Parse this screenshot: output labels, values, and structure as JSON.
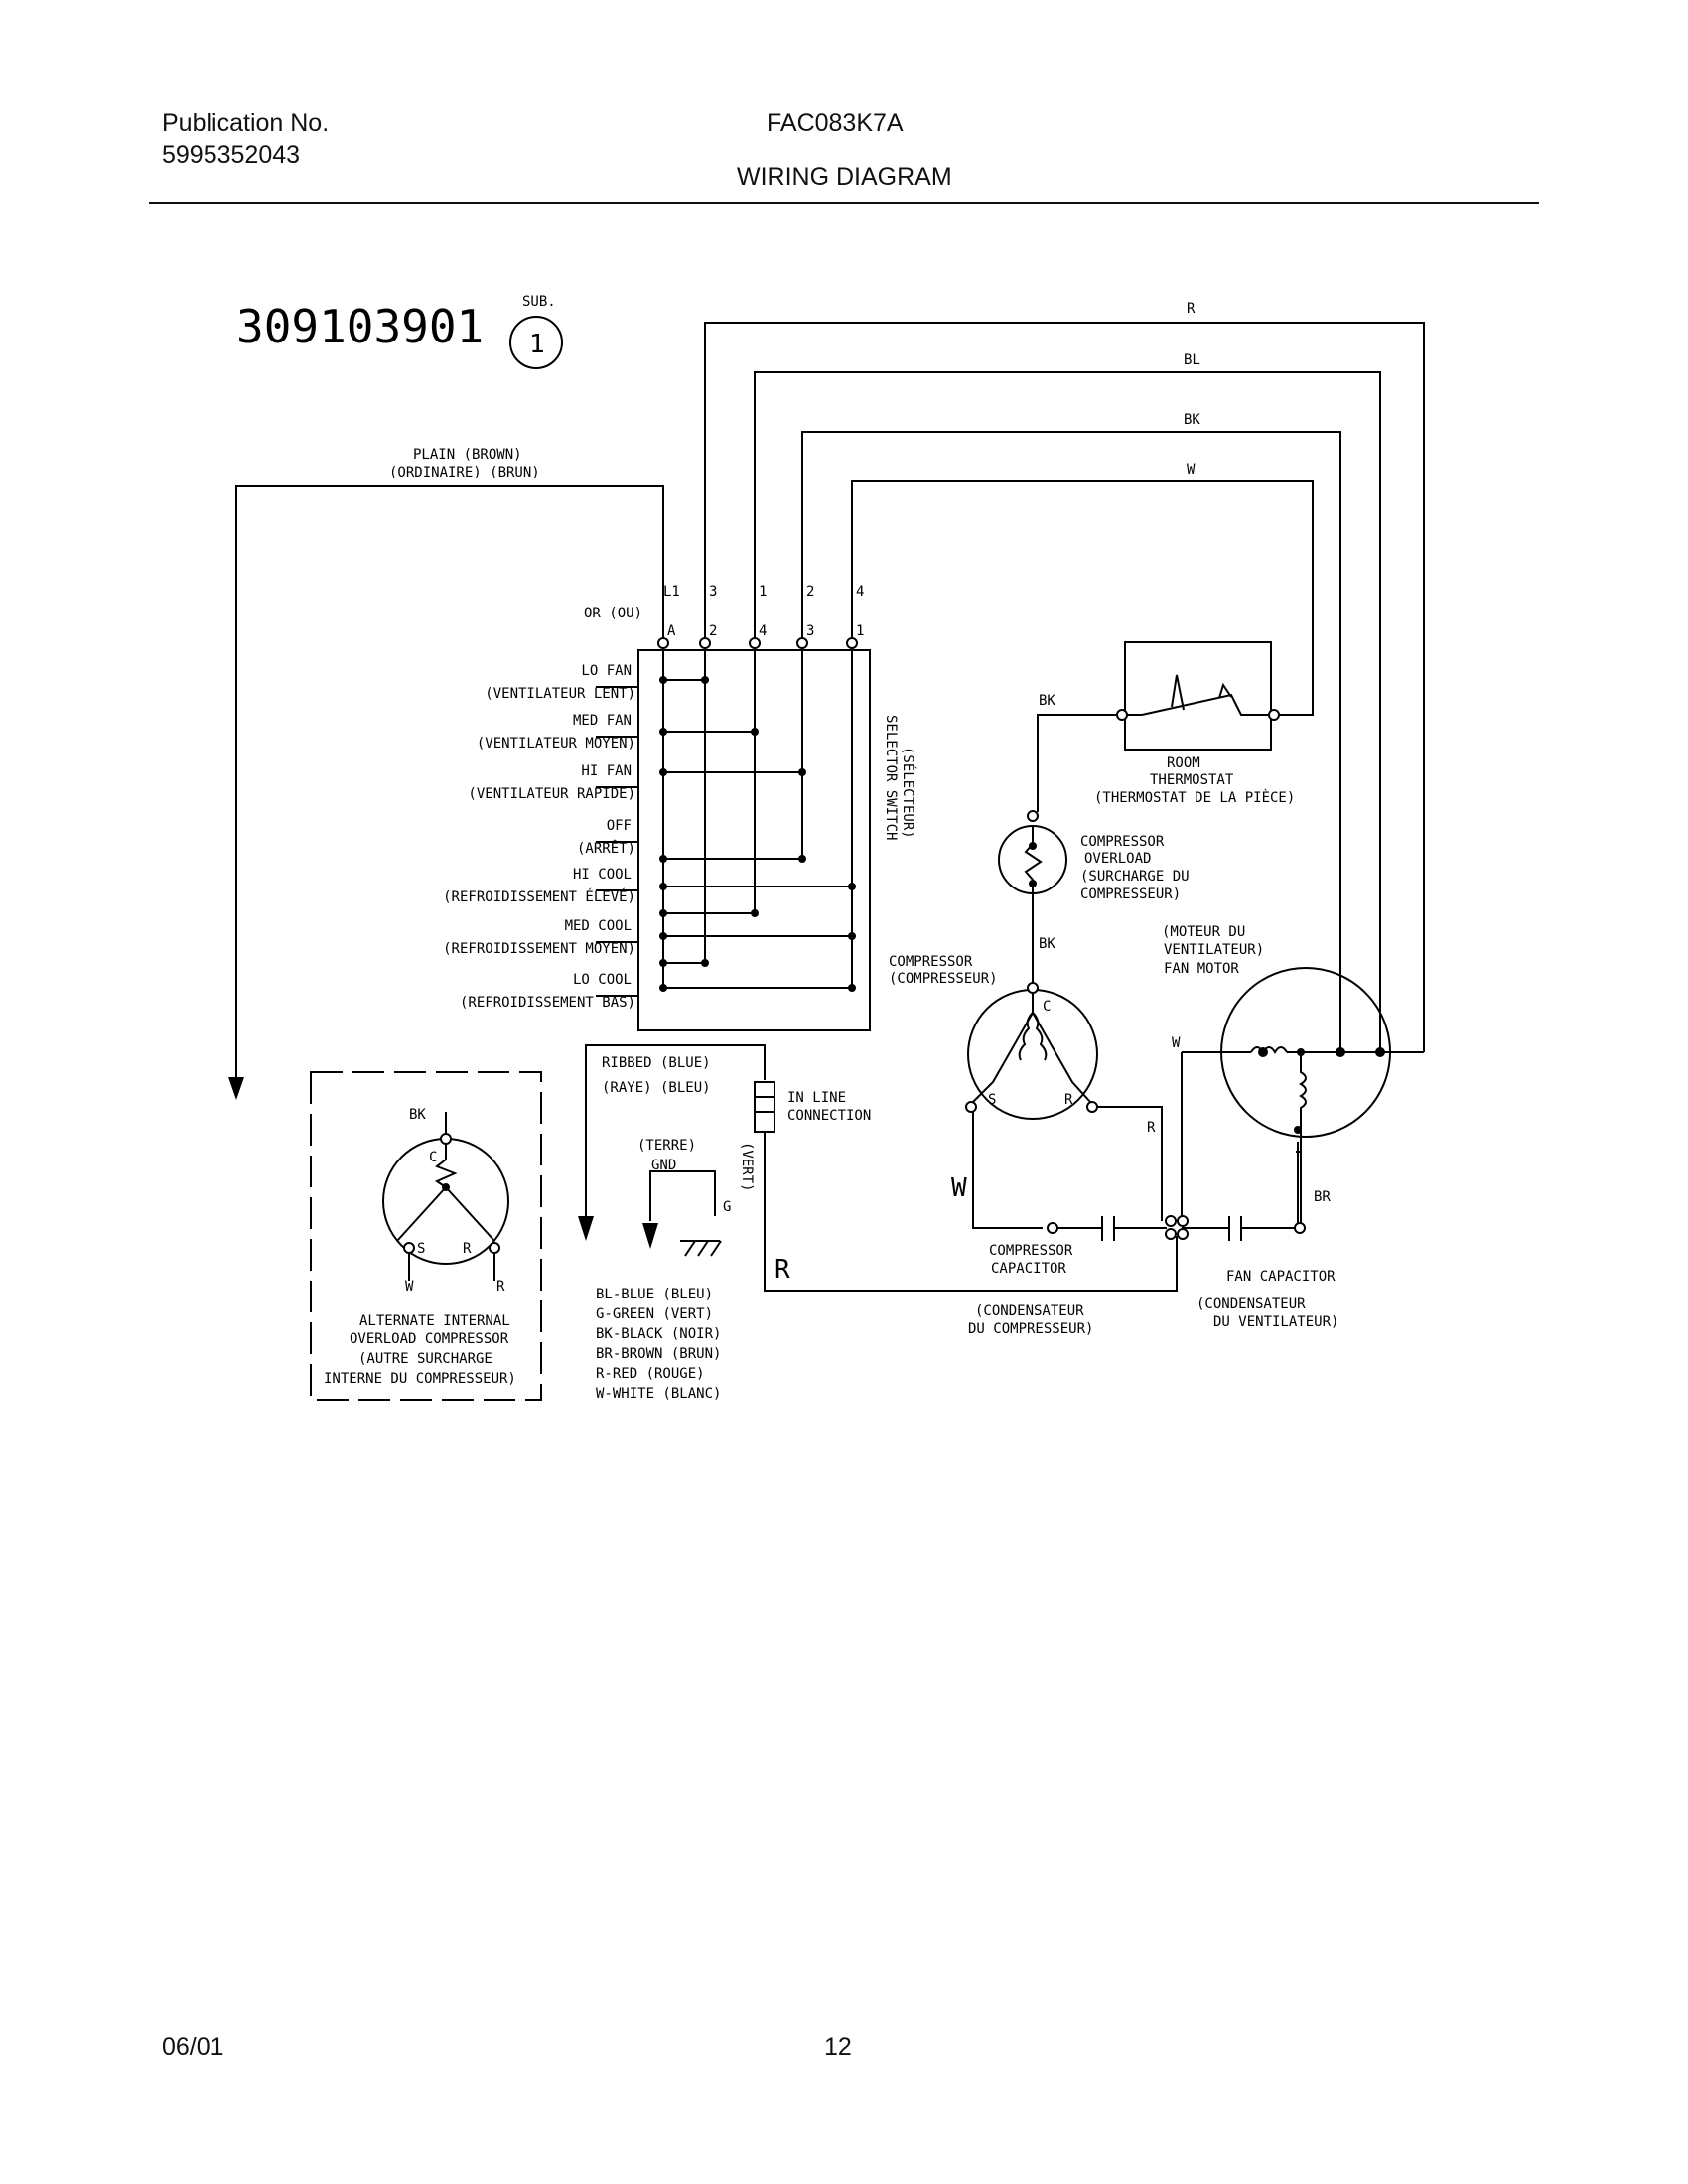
{
  "header": {
    "pub_label": "Publication No.",
    "pub_number": "5995352043",
    "model": "FAC083K7A",
    "section": "WIRING DIAGRAM"
  },
  "footer": {
    "date": "06/01",
    "page": "12"
  },
  "diagram": {
    "part_number": "309103901",
    "sub_label": "SUB.",
    "sub_number": "1",
    "plain_1": "PLAIN   (BROWN)",
    "plain_2": "(ORDINAIRE)   (BRUN)",
    "or_label": "OR (OU)",
    "wire_r": "R",
    "wire_bl": "BL",
    "wire_bk": "BK",
    "wire_w": "W",
    "term_top": [
      "L1",
      "3",
      "1",
      "2",
      "4"
    ],
    "term_bot": [
      "A",
      "2",
      "4",
      "3",
      "1"
    ],
    "switch_modes": [
      [
        "LO FAN",
        "(VENTILATEUR LENT)"
      ],
      [
        "MED FAN",
        "(VENTILATEUR MOYEN)"
      ],
      [
        "HI FAN",
        "(VENTILATEUR RAPIDE)"
      ],
      [
        "OFF",
        "(ARRÊT)"
      ],
      [
        "HI COOL",
        "(REFROIDISSEMENT ÉLEVÉ)"
      ],
      [
        "MED COOL",
        "(REFROIDISSEMENT MOYEN)"
      ],
      [
        "LO COOL",
        "(REFROIDISSEMENT BAS)"
      ]
    ],
    "selector_1": "SELECTOR SWITCH",
    "selector_2": "(SÉLECTEUR)",
    "thermo_bk": "BK",
    "thermo_1": "ROOM",
    "thermo_2": "THERMOSTAT",
    "thermo_3": "(THERMOSTAT DE LA PIÈCE)",
    "overload": [
      "COMPRESSOR",
      "OVERLOAD",
      "(SURCHARGE DU",
      "COMPRESSEUR)"
    ],
    "bk_mid": "BK",
    "fanmotor": [
      "(MOTEUR DU",
      "VENTILATEUR)",
      "FAN MOTOR"
    ],
    "compressor": [
      "COMPRESSOR",
      "(COMPRESSEUR)"
    ],
    "comp_c": "C",
    "comp_s": "S",
    "comp_r": "R",
    "w_label": "W",
    "r_label": "R",
    "big_w": "W",
    "big_r": "R",
    "br_label": "BR",
    "ribbed_1": "RIBBED  (BLUE)",
    "ribbed_2": "(RAYE)  (BLEU)",
    "inline": [
      "IN LINE",
      "CONNECTION"
    ],
    "terre": "(TERRE)",
    "gnd": "GND",
    "g_label": "G",
    "vert": "(VERT)",
    "comp_cap": [
      "COMPRESSOR",
      "CAPACITOR"
    ],
    "cond_comp": [
      "(CONDENSATEUR",
      "DU COMPRESSEUR)"
    ],
    "fan_cap": [
      "FAN CAPACITOR",
      "(CONDENSATEUR",
      "DU VENTILATEUR)"
    ],
    "legend": [
      "BL-BLUE (BLEU)",
      "G-GREEN (VERT)",
      "BK-BLACK (NOIR)",
      "BR-BROWN (BRUN)",
      "R-RED (ROUGE)",
      "W-WHITE (BLANC)"
    ],
    "alt": {
      "bk": "BK",
      "c": "C",
      "s": "S",
      "r": "R",
      "w": "W",
      "r2": "R",
      "caption": [
        "ALTERNATE INTERNAL",
        "OVERLOAD COMPRESSOR",
        "(AUTRE SURCHARGE",
        "INTERNE DU COMPRESSEUR)"
      ]
    }
  }
}
